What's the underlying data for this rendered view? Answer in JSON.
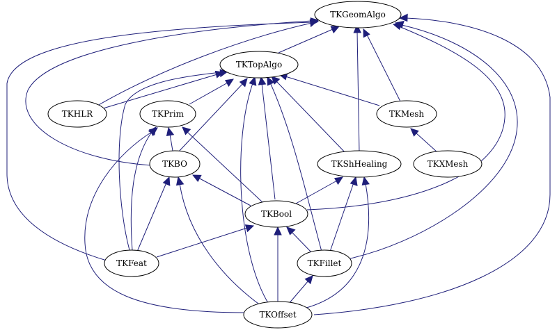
{
  "graph": {
    "edge_color": "#1f1f7a",
    "node_border_color": "#000000",
    "nodes": {
      "TKGeomAlgo": "TKGeomAlgo",
      "TKTopAlgo": "TKTopAlgo",
      "TKHLR": "TKHLR",
      "TKPrim": "TKPrim",
      "TKMesh": "TKMesh",
      "TKBO": "TKBO",
      "TKShHealing": "TKShHealing",
      "TKXMesh": "TKXMesh",
      "TKBool": "TKBool",
      "TKFeat": "TKFeat",
      "TKFillet": "TKFillet",
      "TKOffset": "TKOffset"
    },
    "edges": [
      {
        "from": "TKTopAlgo",
        "to": "TKGeomAlgo"
      },
      {
        "from": "TKHLR",
        "to": "TKGeomAlgo"
      },
      {
        "from": "TKHLR",
        "to": "TKTopAlgo"
      },
      {
        "from": "TKPrim",
        "to": "TKTopAlgo"
      },
      {
        "from": "TKMesh",
        "to": "TKGeomAlgo"
      },
      {
        "from": "TKMesh",
        "to": "TKTopAlgo"
      },
      {
        "from": "TKXMesh",
        "to": "TKMesh"
      },
      {
        "from": "TKBO",
        "to": "TKGeomAlgo"
      },
      {
        "from": "TKBO",
        "to": "TKTopAlgo"
      },
      {
        "from": "TKBO",
        "to": "TKPrim"
      },
      {
        "from": "TKShHealing",
        "to": "TKGeomAlgo"
      },
      {
        "from": "TKShHealing",
        "to": "TKTopAlgo"
      },
      {
        "from": "TKBool",
        "to": "TKGeomAlgo"
      },
      {
        "from": "TKBool",
        "to": "TKTopAlgo"
      },
      {
        "from": "TKBool",
        "to": "TKPrim"
      },
      {
        "from": "TKBool",
        "to": "TKBO"
      },
      {
        "from": "TKBool",
        "to": "TKShHealing"
      },
      {
        "from": "TKFeat",
        "to": "TKGeomAlgo"
      },
      {
        "from": "TKFeat",
        "to": "TKTopAlgo"
      },
      {
        "from": "TKFeat",
        "to": "TKPrim"
      },
      {
        "from": "TKFeat",
        "to": "TKBO"
      },
      {
        "from": "TKFeat",
        "to": "TKBool"
      },
      {
        "from": "TKFillet",
        "to": "TKGeomAlgo"
      },
      {
        "from": "TKFillet",
        "to": "TKTopAlgo"
      },
      {
        "from": "TKFillet",
        "to": "TKShHealing"
      },
      {
        "from": "TKFillet",
        "to": "TKBool"
      },
      {
        "from": "TKOffset",
        "to": "TKGeomAlgo"
      },
      {
        "from": "TKOffset",
        "to": "TKTopAlgo"
      },
      {
        "from": "TKOffset",
        "to": "TKPrim"
      },
      {
        "from": "TKOffset",
        "to": "TKBO"
      },
      {
        "from": "TKOffset",
        "to": "TKShHealing"
      },
      {
        "from": "TKOffset",
        "to": "TKBool"
      },
      {
        "from": "TKOffset",
        "to": "TKFillet"
      }
    ]
  }
}
